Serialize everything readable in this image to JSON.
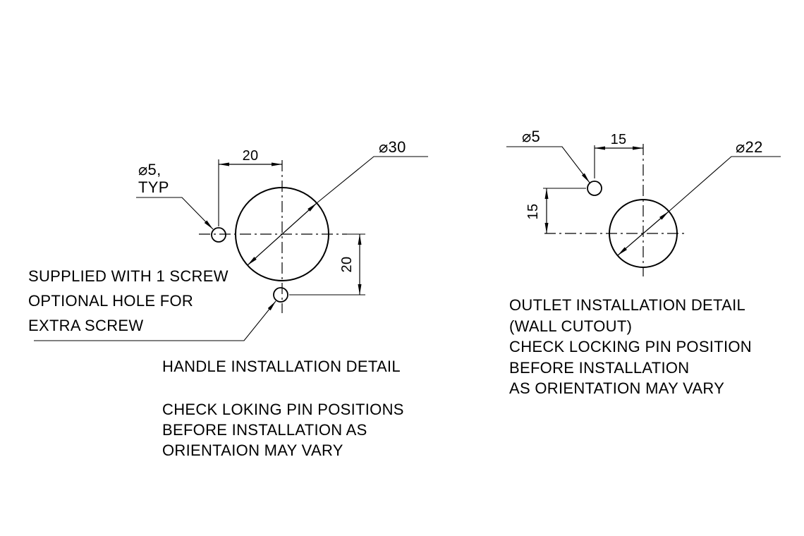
{
  "drawing": {
    "background": "#ffffff",
    "line_color": "#000000"
  },
  "handle_view": {
    "hole_label_line1": "⌀5,",
    "hole_label_line2": "TYP",
    "diameter_label": "⌀30",
    "dim_horizontal": "20",
    "dim_vertical": "20",
    "screw_note_lines": [
      "SUPPLIED WITH 1 SCREW",
      "OPTIONAL HOLE FOR",
      "EXTRA SCREW"
    ],
    "title": "HANDLE INSTALLATION DETAIL",
    "note_lines": [
      "CHECK LOKING PIN POSITIONS",
      "BEFORE INSTALLATION AS",
      "ORIENTAION MAY VARY"
    ]
  },
  "outlet_view": {
    "hole_label": "⌀5",
    "diameter_label": "⌀22",
    "dim_horizontal": "15",
    "dim_vertical": "15",
    "title": "OUTLET INSTALLATION DETAIL",
    "note_lines": [
      "(WALL CUTOUT)",
      "CHECK LOCKING PIN POSITION",
      "BEFORE INSTALLATION",
      "AS ORIENTATION MAY VARY"
    ]
  }
}
